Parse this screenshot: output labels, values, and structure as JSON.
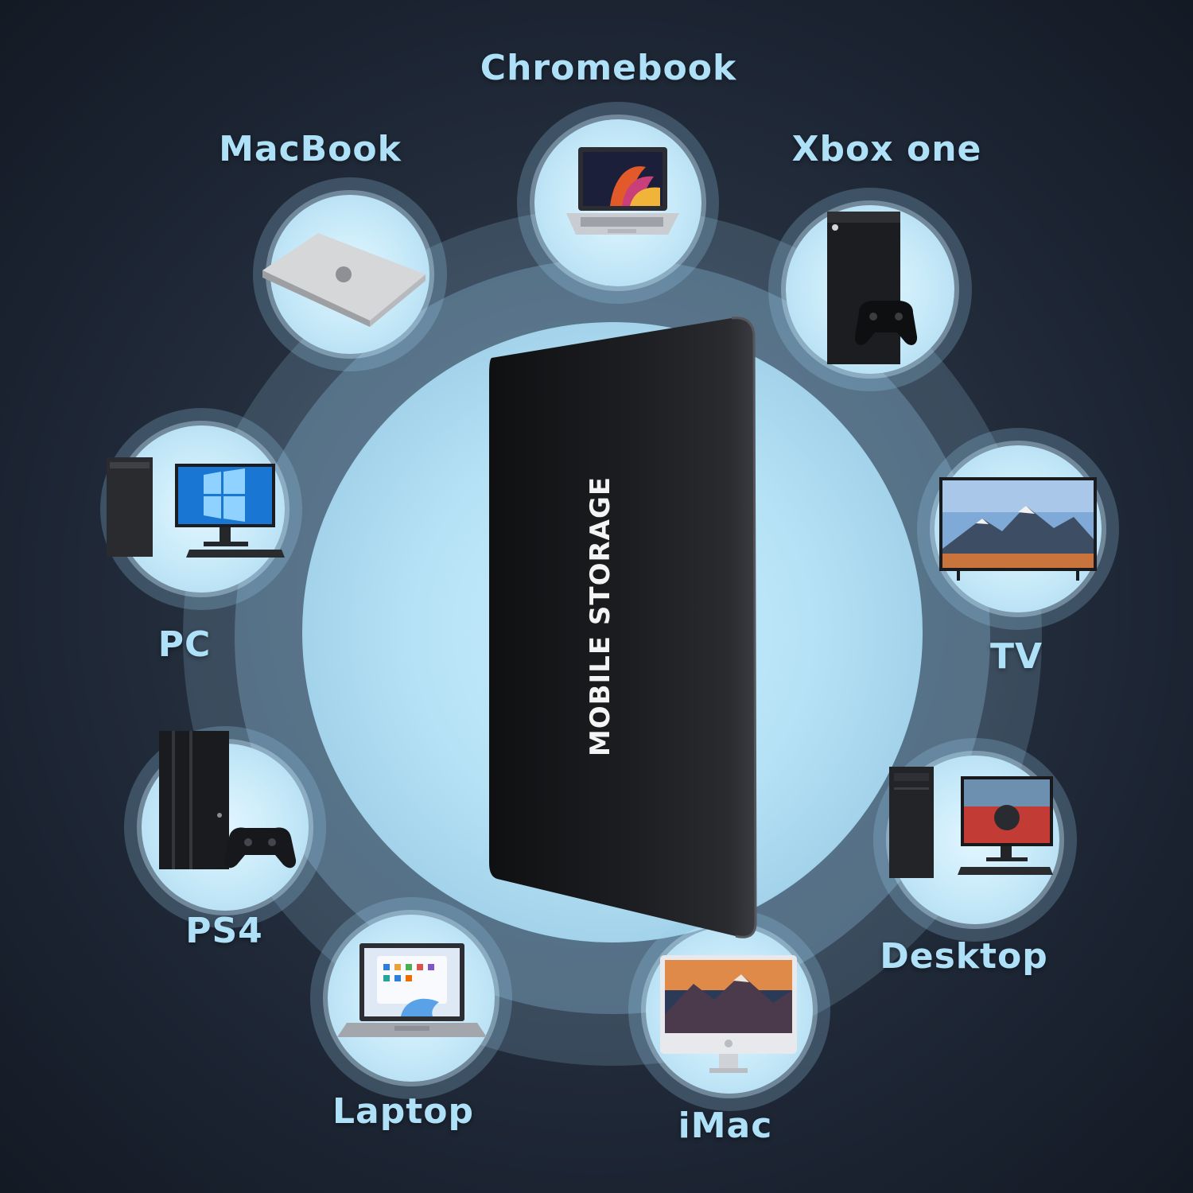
{
  "product": {
    "drive_text": "MOBILE STORAGE"
  },
  "devices": [
    {
      "id": "chromebook",
      "label": "Chromebook",
      "icon": "chromebook-laptop-icon"
    },
    {
      "id": "macbook",
      "label": "MacBook",
      "icon": "macbook-icon"
    },
    {
      "id": "xbox",
      "label": "Xbox one",
      "icon": "xbox-console-icon"
    },
    {
      "id": "pc",
      "label": "PC",
      "icon": "pc-tower-monitor-icon"
    },
    {
      "id": "tv",
      "label": "TV",
      "icon": "tv-icon"
    },
    {
      "id": "ps4",
      "label": "PS4",
      "icon": "ps4-console-icon"
    },
    {
      "id": "desktop",
      "label": "Desktop",
      "icon": "desktop-tower-icon"
    },
    {
      "id": "laptop",
      "label": "Laptop",
      "icon": "laptop-icon"
    },
    {
      "id": "imac",
      "label": "iMac",
      "icon": "imac-icon"
    }
  ],
  "colors": {
    "label": "#aee0f7",
    "background": "#1a2230",
    "drive": "#1b1c1e"
  }
}
